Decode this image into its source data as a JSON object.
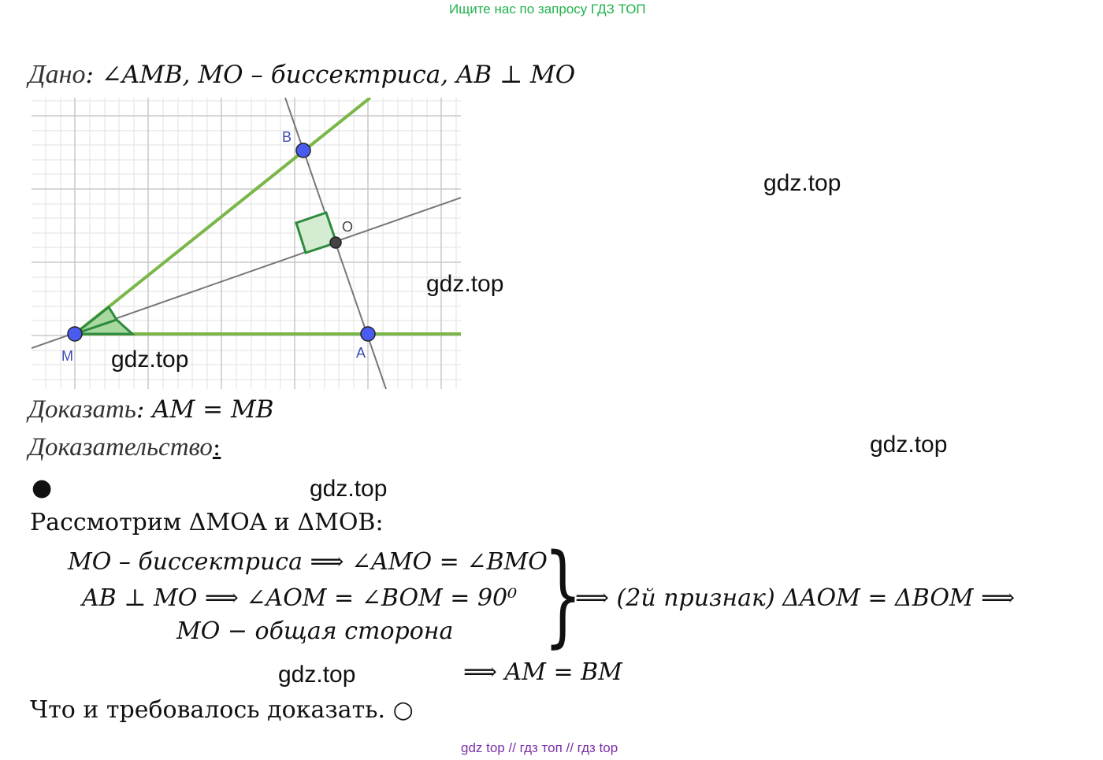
{
  "header": {
    "link_text": "Ищите нас по запросу ГДЗ ТОП"
  },
  "given": {
    "label": "Дано",
    "text": ": ∠AMB, MO – биссектриса, AB ⊥ MO"
  },
  "figure": {
    "points": {
      "B": "B",
      "O": "O",
      "M": "M",
      "A": "A"
    }
  },
  "watermarks": [
    "gdz.top",
    "gdz.top",
    "gdz.top",
    "gdz.top",
    "gdz.top",
    "gdz.top"
  ],
  "prove": {
    "label": "Доказать",
    "text": ": AM = MB"
  },
  "proof": {
    "label": "Доказательство",
    "colon": ":",
    "bullet": "●",
    "consider": "Рассмотрим ΔMOA и ΔMOB:",
    "line1": "MO – биссектриса ⟹ ∠AMO = ∠BMO",
    "line2": "AB ⊥ MO ⟹ ∠AOM = ∠BOM = 90⁰",
    "line3": "MO − общая сторона",
    "brace": "}",
    "conclusion1": "⟹ (2й признак) ΔAOM = ΔBOM ⟹",
    "conclusion2": "⟹ AM = BM",
    "end": "Что и требовалось доказать. ○"
  },
  "footer": {
    "text": "gdz top  //  гдз топ  //  гдз top"
  },
  "colors": {
    "green_line": "#7ab648",
    "angle_green": "#2e8b3e",
    "point_blue": "#4a5cf0",
    "top_link": "#22b14c",
    "footer": "#7b2fa8"
  }
}
